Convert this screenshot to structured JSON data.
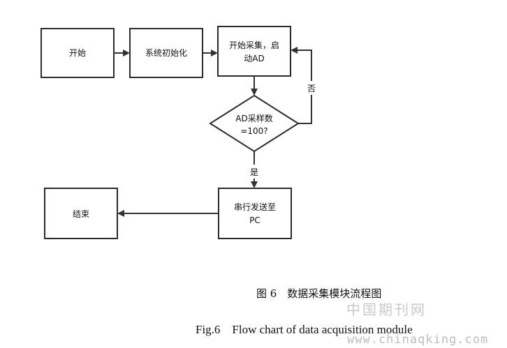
{
  "diagram": {
    "nodes": {
      "start": "开始",
      "init": "系统初始化",
      "acquire_line1": "开始采集，启",
      "acquire_line2": "动AD",
      "decision_line1": "AD采样数",
      "decision_line2": "=100?",
      "send_line1": "串行发送至",
      "send_line2": "PC",
      "end": "结束"
    },
    "edges": {
      "no_label": "否",
      "yes_label": "是"
    }
  },
  "caption": {
    "chinese": "图 6　数据采集模块流程图",
    "english": "Fig.6　Flow chart of data acquisition module"
  },
  "watermark": {
    "site_name": "中国期刊网",
    "url": "www.chinaqking.com"
  }
}
